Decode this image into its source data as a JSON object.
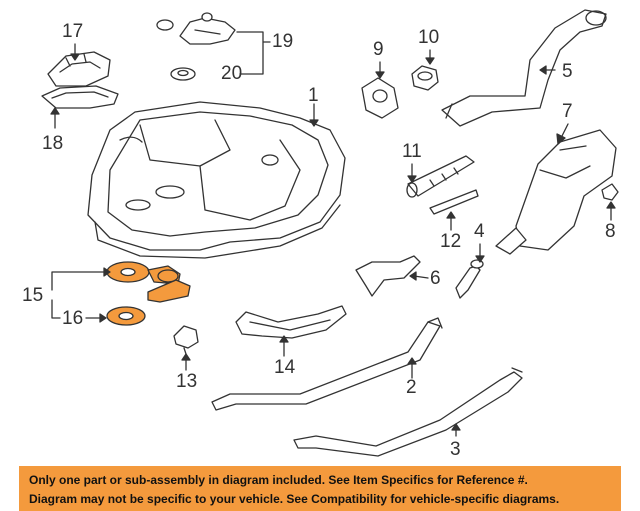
{
  "callouts": {
    "c1": "1",
    "c2": "2",
    "c3": "3",
    "c4": "4",
    "c5": "5",
    "c6": "6",
    "c7": "7",
    "c8": "8",
    "c9": "9",
    "c10": "10",
    "c11": "11",
    "c12": "12",
    "c13": "13",
    "c14": "14",
    "c15": "15",
    "c16": "16",
    "c17": "17",
    "c18": "18",
    "c19": "19",
    "c20": "20"
  },
  "highlight_color": "#f49a3d",
  "banner": {
    "line1": "Only one part or sub-assembly in diagram included. See Item Specifics for Reference #.",
    "line2": "Diagram may not be specific to your vehicle. See Compatibility for vehicle-specific diagrams."
  }
}
